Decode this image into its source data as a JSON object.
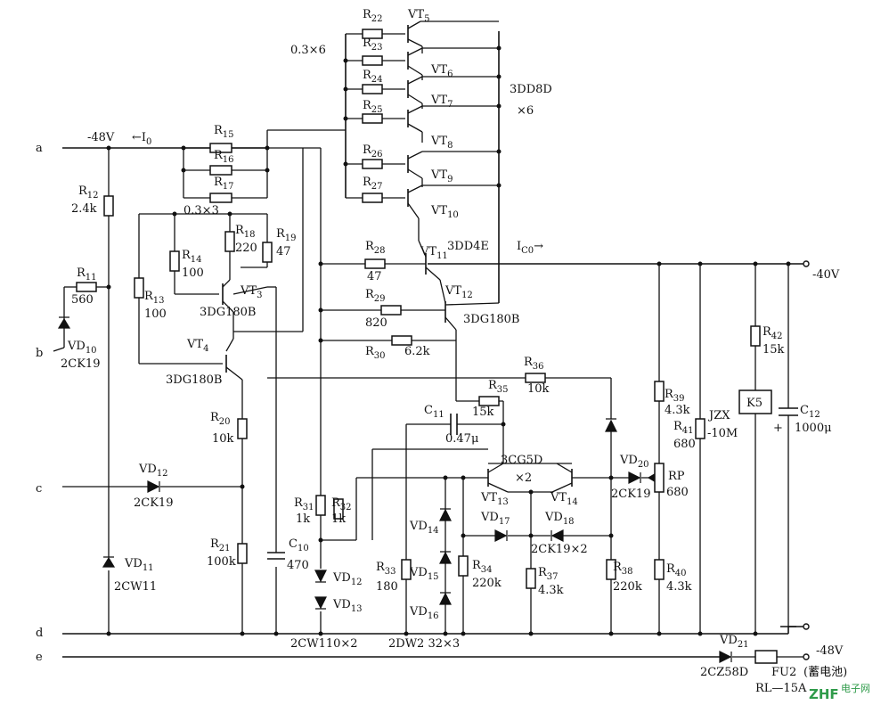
{
  "terminals": {
    "a": "a",
    "b": "b",
    "c": "c",
    "d": "d",
    "e": "e"
  },
  "supply": {
    "in_voltage": "-48V",
    "in_current": "←I",
    "in_current_sub": "0",
    "out_voltage": "-40V",
    "out_current": "I",
    "out_current_sub": "C0",
    "out_current_arrow": "→",
    "battery_voltage": "-48V",
    "battery_note": "(蓄电池)"
  },
  "pass_bank": {
    "resistor_value": "0.3×6",
    "transistor_type": "3DD8D",
    "transistor_count": "×6",
    "sense_value": "0.3×3"
  },
  "transistors": {
    "vt5": {
      "name": "VT",
      "sub": "5"
    },
    "vt6": {
      "name": "VT",
      "sub": "6"
    },
    "vt7": {
      "name": "VT",
      "sub": "7"
    },
    "vt8": {
      "name": "VT",
      "sub": "8"
    },
    "vt9": {
      "name": "VT",
      "sub": "9"
    },
    "vt10": {
      "name": "VT",
      "sub": "10"
    },
    "vt11": {
      "name": "VT",
      "sub": "11",
      "type": "3DD4E"
    },
    "vt12": {
      "name": "VT",
      "sub": "12",
      "type": "3DG180B"
    },
    "vt3": {
      "name": "VT",
      "sub": "3",
      "type": "3DG180B"
    },
    "vt4": {
      "name": "VT",
      "sub": "4",
      "type": "3DG180B"
    },
    "vt13": {
      "name": "VT",
      "sub": "13"
    },
    "vt14": {
      "name": "VT",
      "sub": "14"
    },
    "diff_pair_type": "3CG5D",
    "diff_pair_count": "×2"
  },
  "resistors": {
    "r22": {
      "name": "R",
      "sub": "22"
    },
    "r23": {
      "name": "R",
      "sub": "23"
    },
    "r24": {
      "name": "R",
      "sub": "24"
    },
    "r25": {
      "name": "R",
      "sub": "25"
    },
    "r26": {
      "name": "R",
      "sub": "26"
    },
    "r27": {
      "name": "R",
      "sub": "27"
    },
    "r15": {
      "name": "R",
      "sub": "15"
    },
    "r16": {
      "name": "R",
      "sub": "16"
    },
    "r17": {
      "name": "R",
      "sub": "17"
    },
    "r12": {
      "name": "R",
      "sub": "12",
      "value": "2.4k"
    },
    "r11": {
      "name": "R",
      "sub": "11",
      "value": "560"
    },
    "r13": {
      "name": "R",
      "sub": "13",
      "value": "100"
    },
    "r14": {
      "name": "R",
      "sub": "14",
      "value": "100"
    },
    "r18": {
      "name": "R",
      "sub": "18",
      "value": "220"
    },
    "r19": {
      "name": "R",
      "sub": "19",
      "value": "47"
    },
    "r28": {
      "name": "R",
      "sub": "28",
      "value": "47"
    },
    "r29": {
      "name": "R",
      "sub": "29",
      "value": "820"
    },
    "r30": {
      "name": "R",
      "sub": "30",
      "value": "6.2k"
    },
    "r36": {
      "name": "R",
      "sub": "36",
      "value": "10k"
    },
    "r35": {
      "name": "R",
      "sub": "35",
      "value": "15k"
    },
    "r20": {
      "name": "R",
      "sub": "20",
      "value": "10k"
    },
    "r21": {
      "name": "R",
      "sub": "21",
      "value": "100k"
    },
    "r31": {
      "name": "R",
      "sub": "31",
      "value": "1k"
    },
    "r32": {
      "name": "R",
      "sub": "32",
      "value": "1k"
    },
    "r33": {
      "name": "R",
      "sub": "33",
      "value": "180"
    },
    "r34": {
      "name": "R",
      "sub": "34",
      "value": "220k"
    },
    "r37": {
      "name": "R",
      "sub": "37",
      "value": "4.3k"
    },
    "r38": {
      "name": "R",
      "sub": "38",
      "value": "220k"
    },
    "r39": {
      "name": "R",
      "sub": "39",
      "value": "4.3k"
    },
    "r40": {
      "name": "R",
      "sub": "40",
      "value": "4.3k"
    },
    "r41": {
      "name": "R",
      "sub": "41",
      "value": "680"
    },
    "r42": {
      "name": "R",
      "sub": "42",
      "value": "15k"
    },
    "rp": {
      "name": "RP",
      "value": "680"
    }
  },
  "capacitors": {
    "c10": {
      "name": "C",
      "sub": "10",
      "value": "470"
    },
    "c11": {
      "name": "C",
      "sub": "11",
      "value": "0.47μ"
    },
    "c12": {
      "name": "C",
      "sub": "12",
      "value": "1000μ",
      "polarity": "+"
    }
  },
  "diodes": {
    "vd10": {
      "name": "VD",
      "sub": "10",
      "type": "2CK19"
    },
    "vd11": {
      "name": "VD",
      "sub": "11",
      "type": "2CW11"
    },
    "vd12a": {
      "name": "VD",
      "sub": "12",
      "type": "2CK19"
    },
    "vd12b": {
      "name": "VD",
      "sub": "12"
    },
    "vd13": {
      "name": "VD",
      "sub": "13"
    },
    "vd14": {
      "name": "VD",
      "sub": "14"
    },
    "vd15": {
      "name": "VD",
      "sub": "15"
    },
    "vd16": {
      "name": "VD",
      "sub": "16"
    },
    "vd17": {
      "name": "VD",
      "sub": "17"
    },
    "vd18": {
      "name": "VD",
      "sub": "18"
    },
    "vd17_18_type": "2CK19×2",
    "vd20": {
      "name": "VD",
      "sub": "20",
      "type": "2CK19"
    },
    "vd21": {
      "name": "VD",
      "sub": "21",
      "type": "2CZ58D"
    },
    "zener_pair_type": "2CW110×2",
    "zener_triple_type": "2DW2  32×3"
  },
  "relay": {
    "label": "K5"
  },
  "meter": {
    "name": "JZX",
    "value": "-10M"
  },
  "fuse": {
    "name": "FU2",
    "rating": "RL—15A"
  },
  "watermark": {
    "logo": "ZHF",
    "text": "电子网"
  }
}
